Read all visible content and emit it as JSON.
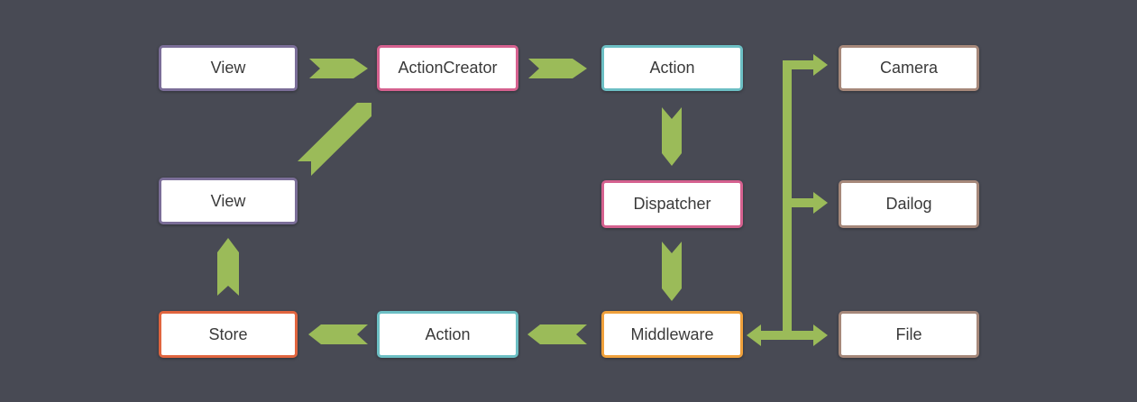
{
  "colors": {
    "background": "#484a54",
    "arrow": "#9bbb59",
    "node_fill": "#ffffff",
    "node_text": "#3a3a3a"
  },
  "nodes": {
    "view_top": {
      "label": "View",
      "border": "#7b6e98"
    },
    "action_creator": {
      "label": "ActionCreator",
      "border": "#d5618f"
    },
    "action_top": {
      "label": "Action",
      "border": "#6cbfc4"
    },
    "camera": {
      "label": "Camera",
      "border": "#a6887a"
    },
    "view_mid": {
      "label": "View",
      "border": "#7b6e98"
    },
    "dispatcher": {
      "label": "Dispatcher",
      "border": "#d5618f"
    },
    "dialog": {
      "label": "Dailog",
      "border": "#a6887a"
    },
    "store": {
      "label": "Store",
      "border": "#e1653f"
    },
    "action_bottom": {
      "label": "Action",
      "border": "#6cbfc4"
    },
    "middleware": {
      "label": "Middleware",
      "border": "#f0a13c"
    },
    "file": {
      "label": "File",
      "border": "#a6887a"
    }
  }
}
